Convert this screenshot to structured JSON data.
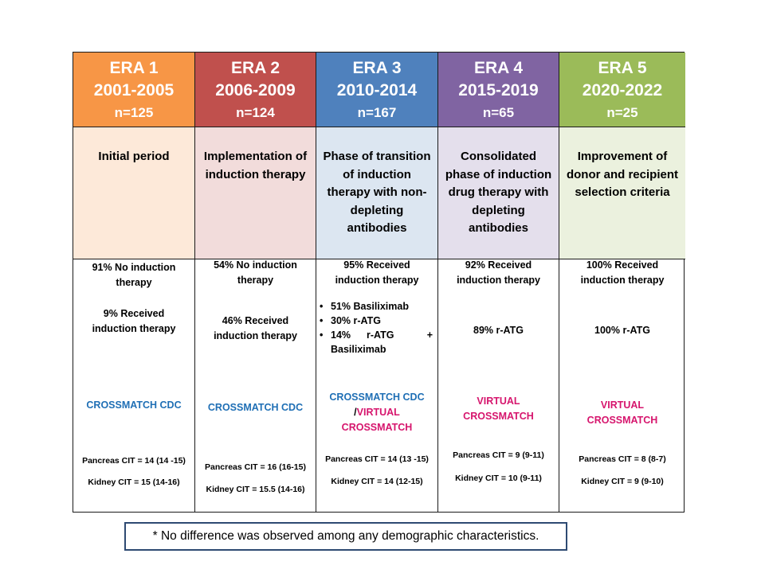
{
  "eras": [
    {
      "era": "ERA 1",
      "years": "2001-2005",
      "n": "n=125",
      "color": "#f79646",
      "bg": "#fde9d9",
      "description": "Initial period"
    },
    {
      "era": "ERA 2",
      "years": "2006-2009",
      "n": "n=124",
      "color": "#c0504d",
      "bg": "#f2dcdb",
      "description": "Implementation of induction therapy"
    },
    {
      "era": "ERA 3",
      "years": "2010-2014",
      "n": "n=167",
      "color": "#4f81bd",
      "bg": "#dce6f1",
      "description": "Phase of transition of induction therapy with non-depleting antibodies"
    },
    {
      "era": "ERA 4",
      "years": "2015-2019",
      "n": "n=65",
      "color": "#8064a2",
      "bg": "#e4dfec",
      "description": "Consolidated phase of induction drug therapy with depleting antibodies"
    },
    {
      "era": "ERA 5",
      "years": "2020-2022",
      "n": "n=25",
      "color": "#9bbb59",
      "bg": "#ebf1de",
      "description": "Improvement of donor and recipient selection criteria"
    }
  ],
  "body": {
    "era1": {
      "line1": "91% No induction therapy",
      "line2": "9% Received induction therapy",
      "crossmatch": "CROSSMATCH CDC",
      "pancreas_cit": "Pancreas CIT = 14 (14 -15)",
      "kidney_cit": "Kidney CIT = 15 (14-16)"
    },
    "era2": {
      "line1": "54% No induction therapy",
      "line2": "46% Received induction therapy",
      "crossmatch": "CROSSMATCH CDC",
      "pancreas_cit": "Pancreas CIT = 16 (16-15)",
      "kidney_cit": "Kidney CIT = 15.5 (14-16)"
    },
    "era3": {
      "line1": "95% Received induction therapy",
      "bullet1": "51% Basiliximab",
      "bullet2": "30% r-ATG",
      "bullet3_a": "14%",
      "bullet3_b": "r-ATG",
      "bullet3_c": "+",
      "bullet3_d": "Basiliximab",
      "crossmatch_a": "CROSSMATCH CDC",
      "crossmatch_b": "/",
      "crossmatch_c": "VIRTUAL",
      "crossmatch_d": "CROSSMATCH",
      "pancreas_cit": "Pancreas CIT = 14 (13 -15)",
      "kidney_cit": "Kidney CIT = 14 (12-15)"
    },
    "era4": {
      "line1": "92% Received induction therapy",
      "line2": "89% r-ATG",
      "crossmatch_a": "VIRTUAL",
      "crossmatch_b": "CROSSMATCH",
      "pancreas_cit": "Pancreas CIT = 9 (9-11)",
      "kidney_cit": "Kidney CIT = 10 (9-11)"
    },
    "era5": {
      "line1": "100% Received induction therapy",
      "line2": "100% r-ATG",
      "crossmatch_a": "VIRTUAL",
      "crossmatch_b": "CROSSMATCH",
      "pancreas_cit": "Pancreas CIT = 8 (8-7)",
      "kidney_cit": "Kidney CIT = 9 (9-10)"
    }
  },
  "footnote": "* No difference was observed among any demographic characteristics."
}
